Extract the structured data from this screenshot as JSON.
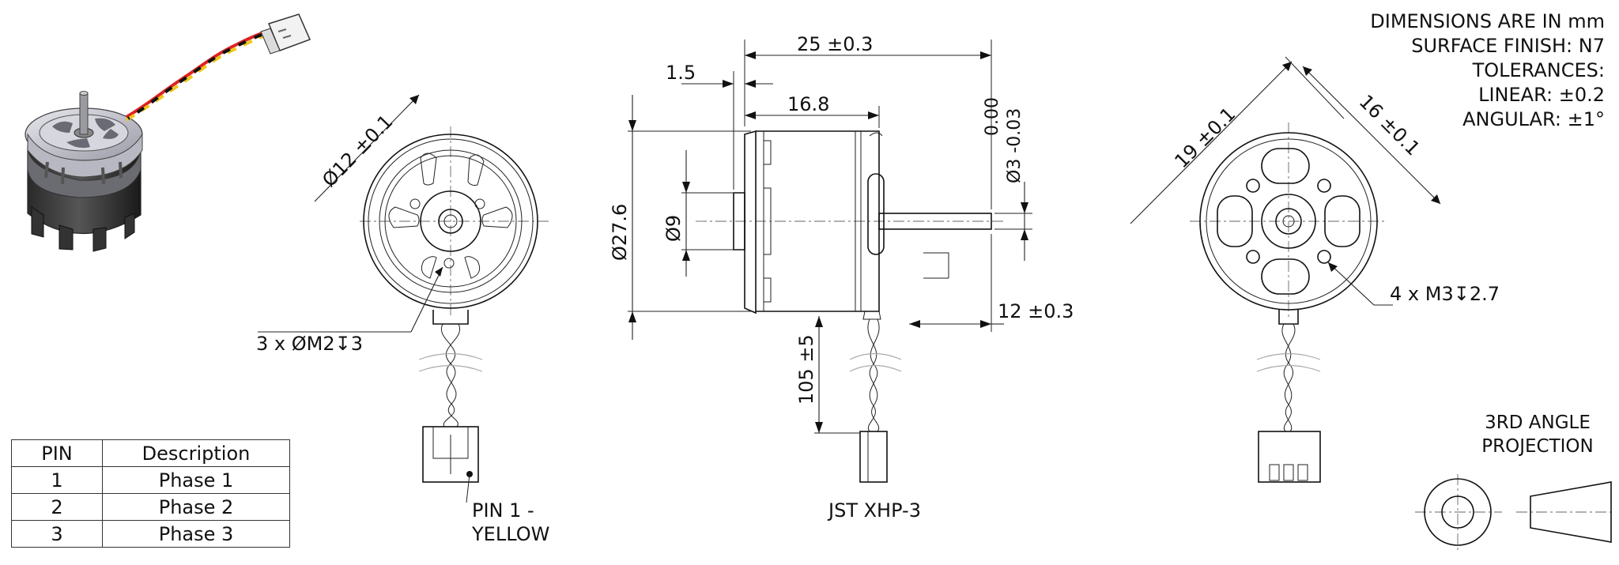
{
  "notes": {
    "line1": "DIMENSIONS ARE IN mm",
    "line2": "SURFACE FINISH: N7",
    "line3": "TOLERANCES:",
    "line4": "LINEAR: ±0.2",
    "line5": "ANGULAR: ±1°"
  },
  "projection": {
    "line1": "3RD ANGLE",
    "line2": "PROJECTION"
  },
  "pin_table": {
    "headers": [
      "PIN",
      "Description"
    ],
    "rows": [
      [
        "1",
        "Phase 1"
      ],
      [
        "2",
        "Phase 2"
      ],
      [
        "3",
        "Phase 3"
      ]
    ]
  },
  "front_view": {
    "dia_label": "Ø12 ±0.1",
    "holes_label": "3 x ØM2↧3",
    "pin1_line1": "PIN 1 -",
    "pin1_line2": "YELLOW"
  },
  "side_view": {
    "length_label": "25 ±0.3",
    "flange_label": "1.5",
    "body_label": "16.8",
    "dia_body_label": "Ø27.6",
    "dia_boss_label": "Ø9",
    "shaft_tol_upper": "0.00",
    "shaft_dia_label": "Ø3 -0.03",
    "shaft_len_label": "12 ±0.3",
    "cable_label": "105 ±5",
    "connector_label": "JST XHP-3"
  },
  "rear_view": {
    "dia_label": "19 ±0.1",
    "bolt_label": "16 ±0.1",
    "holes_label": "4 x M3↧2.7"
  }
}
